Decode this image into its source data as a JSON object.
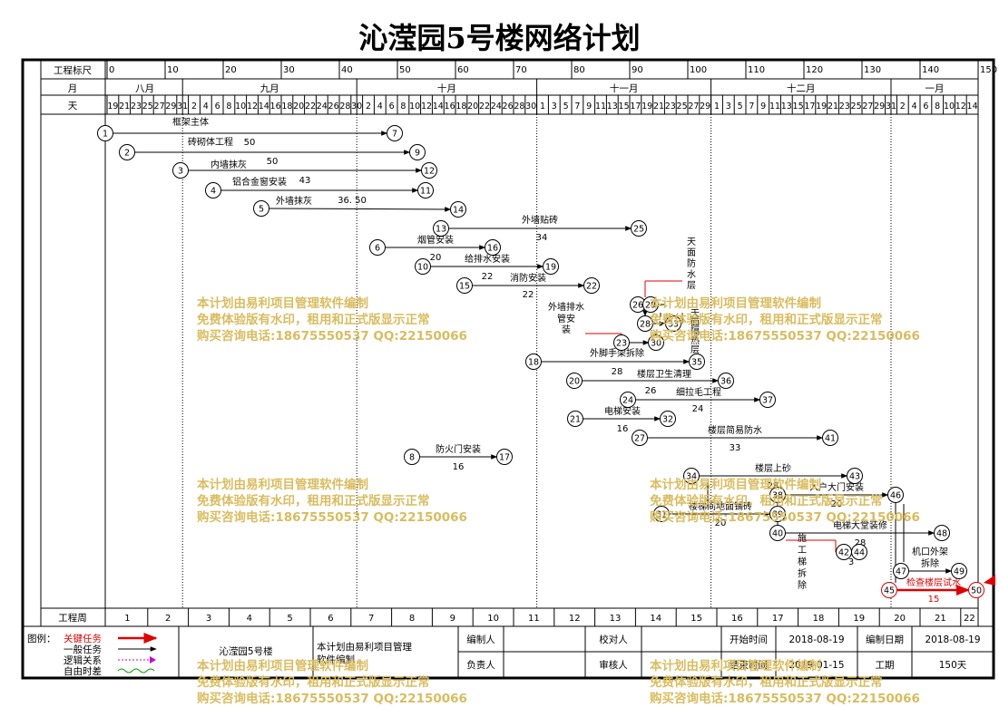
{
  "title": "沁滢园5号楼网络计划",
  "header": {
    "scale_label": "工程标尺",
    "month_label": "月",
    "day_label": "天",
    "week_label": "工程周",
    "scale_ticks": [
      "0",
      "10",
      "20",
      "30",
      "40",
      "50",
      "60",
      "70",
      "80",
      "90",
      "100",
      "110",
      "120",
      "130",
      "140",
      "150"
    ],
    "months": [
      "八月",
      "九月",
      "十月",
      "十一月",
      "十二月",
      "一月"
    ],
    "weeks": [
      "1",
      "2",
      "3",
      "4",
      "5",
      "6",
      "7",
      "8",
      "9",
      "10",
      "11",
      "12",
      "13",
      "14",
      "15",
      "16",
      "17",
      "18",
      "19",
      "20",
      "21",
      "22"
    ]
  },
  "days_raw": {
    "aug": [
      "19",
      "21",
      "23",
      "25",
      "27",
      "29",
      "31"
    ],
    "sep": [
      "2",
      "4",
      "6",
      "8",
      "10",
      "12",
      "14",
      "16",
      "18",
      "20",
      "22",
      "24",
      "26",
      "28",
      "30"
    ],
    "oct": [
      "2",
      "4",
      "6",
      "8",
      "10",
      "12",
      "14",
      "16",
      "18",
      "20",
      "22",
      "24",
      "26",
      "28",
      "30"
    ],
    "nov": [
      "1",
      "3",
      "5",
      "7",
      "9",
      "11",
      "13",
      "15",
      "17",
      "19",
      "21",
      "23",
      "25",
      "27",
      "29"
    ],
    "dec": [
      "1",
      "3",
      "5",
      "7",
      "9",
      "11",
      "13",
      "15",
      "17",
      "19",
      "21",
      "23",
      "25",
      "27",
      "29",
      "31"
    ],
    "jan": [
      "2",
      "4",
      "6",
      "8",
      "10",
      "12",
      "14"
    ]
  },
  "tasks": [
    {
      "name": "框架主体",
      "dur": "",
      "from": "1",
      "to": "7",
      "type": "normal"
    },
    {
      "name": "砖砌体工程",
      "dur": "50",
      "from": "2",
      "to": "9",
      "type": "normal"
    },
    {
      "name": "内墙抹灰",
      "dur": "50",
      "from": "3",
      "to": "12",
      "type": "normal"
    },
    {
      "name": "铝合金窗安装",
      "dur": "43",
      "from": "4",
      "to": "11",
      "type": "normal"
    },
    {
      "name": "外墙抹灰",
      "dur": "36. 50",
      "from": "5",
      "to": "14",
      "type": "normal"
    },
    {
      "name": "外墙贴砖",
      "dur": "34",
      "from": "13",
      "to": "25",
      "type": "normal"
    },
    {
      "name": "烟管安装",
      "dur": "20",
      "from": "6",
      "to": "16",
      "type": "normal"
    },
    {
      "name": "给排水安装",
      "dur": "22",
      "from": "10",
      "to": "19",
      "type": "normal"
    },
    {
      "name": "消防安装",
      "dur": "22",
      "from": "15",
      "to": "22",
      "type": "normal"
    },
    {
      "name": "外脚手架拆除",
      "dur": "28",
      "from": "18",
      "to": "35",
      "type": "normal"
    },
    {
      "name": "楼层卫生清理",
      "dur": "26",
      "from": "20",
      "to": "36",
      "type": "normal"
    },
    {
      "name": "细拉毛工程",
      "dur": "24",
      "from": "24",
      "to": "37",
      "type": "normal"
    },
    {
      "name": "电梯安装",
      "dur": "16",
      "from": "21",
      "to": "32",
      "type": "normal"
    },
    {
      "name": "楼层简易防水",
      "dur": "33",
      "from": "27",
      "to": "41",
      "type": "normal"
    },
    {
      "name": "防火门安装",
      "dur": "16",
      "from": "8",
      "to": "17",
      "type": "normal"
    },
    {
      "name": "楼层上砂",
      "dur": "28",
      "from": "34",
      "to": "43",
      "type": "normal"
    },
    {
      "name": "入户大门安装",
      "dur": "20",
      "from": "38",
      "to": "46",
      "type": "normal"
    },
    {
      "name": "楼梯间地面铺砖",
      "dur": "20",
      "from": "31",
      "to": "39",
      "type": "normal"
    },
    {
      "name": "电梯大堂装修",
      "dur": "28",
      "from": "40",
      "to": "48",
      "type": "normal"
    },
    {
      "name": "机口外架拆除",
      "dur": "",
      "from": "47",
      "to": "49",
      "type": "normal"
    },
    {
      "name": "检查楼层试水",
      "dur": "15",
      "from": "45",
      "to": "50",
      "type": "critical"
    }
  ],
  "vertical_labels": {
    "roof_waterproof": "天面防水层",
    "wall_drainpipe": "外墙排水管安装",
    "roof_insulation": "天面隔热层",
    "hoist_removal": "施工梯拆除",
    "hoist_days": "3"
  },
  "watermark": {
    "line1": "本计划由易利项目管理软件编制",
    "line2": "免费体验版有水印，租用和正式版显示正常",
    "line3": "购买咨询电话:18675550537 QQ:22150066"
  },
  "legend": {
    "label": "图例：",
    "critical": "关键任务",
    "normal": "一般任务",
    "logic": "逻辑关系",
    "float": "自由时差"
  },
  "footer": {
    "project_name": "沁滢园5号楼",
    "note": "本计划由易利项目管理软件编制",
    "compiler_label": "编制人",
    "checker_label": "校对人",
    "leader_label": "负责人",
    "reviewer_label": "审核人",
    "start_label": "开始时间",
    "start_value": "2018-08-19",
    "end_label": "结束时间",
    "end_value": "2019-01-15",
    "compile_date_label": "编制日期",
    "compile_date_value": "2018-08-19",
    "duration_label": "工期",
    "duration_value": "150天"
  },
  "colors": {
    "critical": "#e00000",
    "logic": "#cc00cc",
    "float": "#00a000",
    "watermark": "#d9bc5f"
  }
}
